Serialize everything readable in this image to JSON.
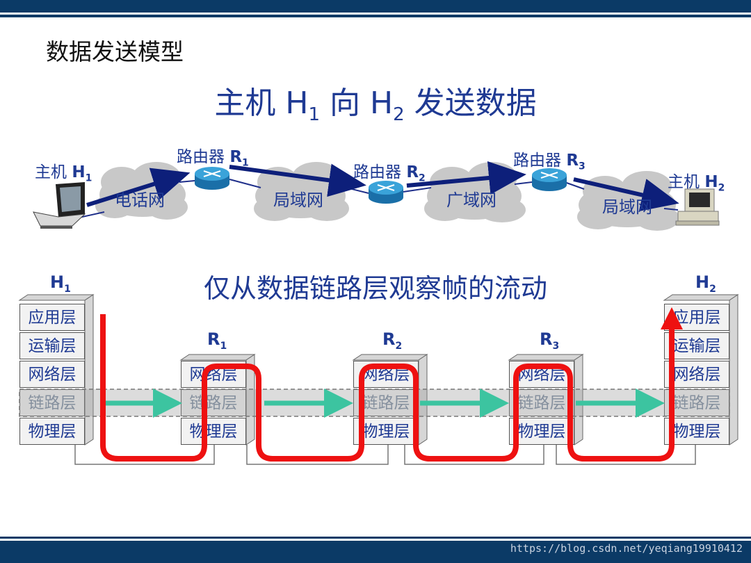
{
  "slide_title": "数据发送模型",
  "main_title": {
    "pre": "主机 H",
    "sub1": "1",
    "mid": " 向 H",
    "sub2": "2",
    "post": " 发送数据"
  },
  "network": {
    "host1": {
      "pre": "主机 ",
      "name": "H",
      "sub": "1"
    },
    "host2": {
      "pre": "主机 ",
      "name": "H",
      "sub": "2"
    },
    "r1": {
      "pre": "路由器 ",
      "name": "R",
      "sub": "1"
    },
    "r2": {
      "pre": "路由器 ",
      "name": "R",
      "sub": "2"
    },
    "r3": {
      "pre": "路由器 ",
      "name": "R",
      "sub": "3"
    },
    "clouds": [
      "电话网",
      "局域网",
      "广域网",
      "局域网"
    ]
  },
  "subtitle": "仅从数据链路层观察帧的流动",
  "stacks": {
    "h1": {
      "name": "H",
      "sub": "1",
      "layers": [
        "应用层",
        "运输层",
        "网络层",
        "链路层",
        "物理层"
      ]
    },
    "h2": {
      "name": "H",
      "sub": "2",
      "layers": [
        "应用层",
        "运输层",
        "网络层",
        "链路层",
        "物理层"
      ]
    },
    "r1": {
      "name": "R",
      "sub": "1",
      "layers": [
        "网络层",
        "链路层",
        "物理层"
      ]
    },
    "r2": {
      "name": "R",
      "sub": "2",
      "layers": [
        "网络层",
        "链路层",
        "物理层"
      ]
    },
    "r3": {
      "name": "R",
      "sub": "3",
      "layers": [
        "网络层",
        "链路层",
        "物理层"
      ]
    }
  },
  "watermark": "https://blog.csdn.net/yeqiang19910412",
  "colors": {
    "bar": "#0b3a66",
    "text": "#1f3a93",
    "path": "#ee1111",
    "arrow": "#3cc4a0",
    "cloud": "#c8c8c8"
  }
}
